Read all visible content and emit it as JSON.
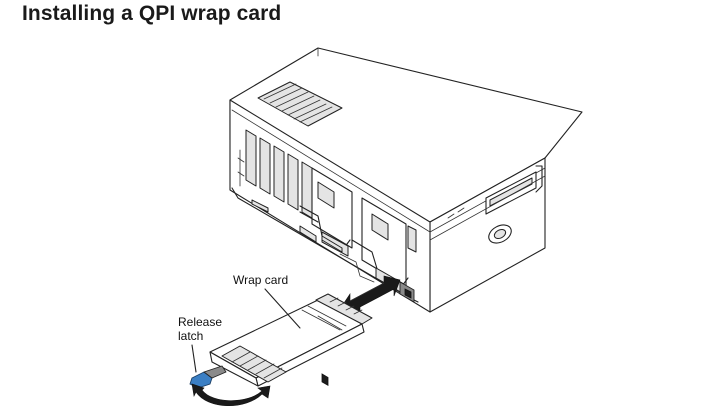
{
  "page": {
    "title": "Installing a QPI wrap card"
  },
  "diagram": {
    "labels": {
      "wrap_card": "Wrap card",
      "release_latch_line1": "Release",
      "release_latch_line2": "latch"
    },
    "colors": {
      "line": "#222222",
      "latch_accent": "#3b7fc4",
      "shading": "#e4e4e4"
    },
    "icons": {
      "insert_arrow": "double-headed-arrow",
      "latch_rotation": "curved-double-arrow"
    }
  }
}
